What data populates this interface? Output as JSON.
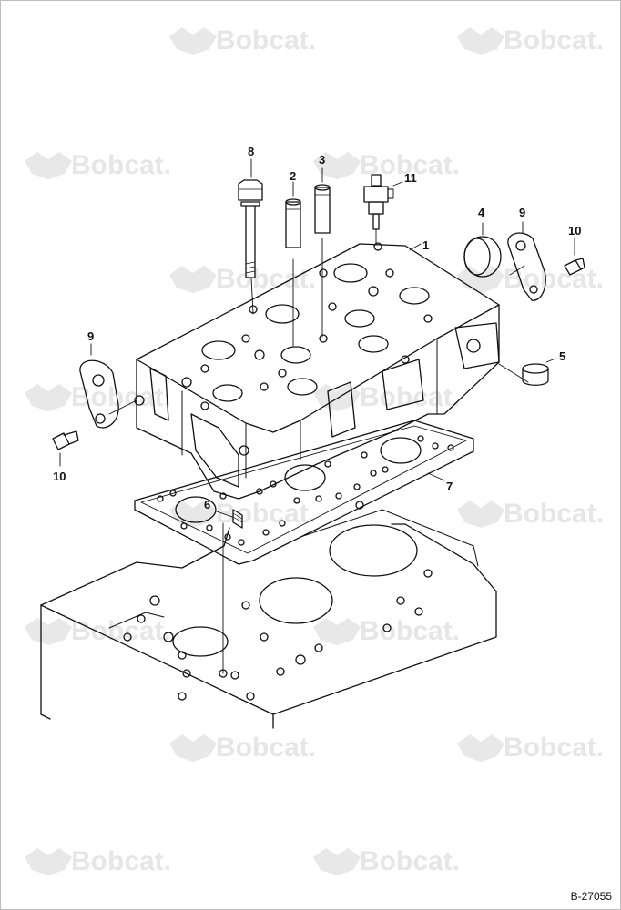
{
  "watermark": {
    "text": "Bobcat."
  },
  "callouts": {
    "c1": "1",
    "c2": "2",
    "c3": "3",
    "c4": "4",
    "c5": "5",
    "c6": "6",
    "c7": "7",
    "c8": "8",
    "c9a": "9",
    "c9b": "9",
    "c10a": "10",
    "c10b": "10",
    "c11": "11"
  },
  "figure_id": "B-27055",
  "colors": {
    "line": "#111111",
    "watermark": "#e6e6e6"
  }
}
